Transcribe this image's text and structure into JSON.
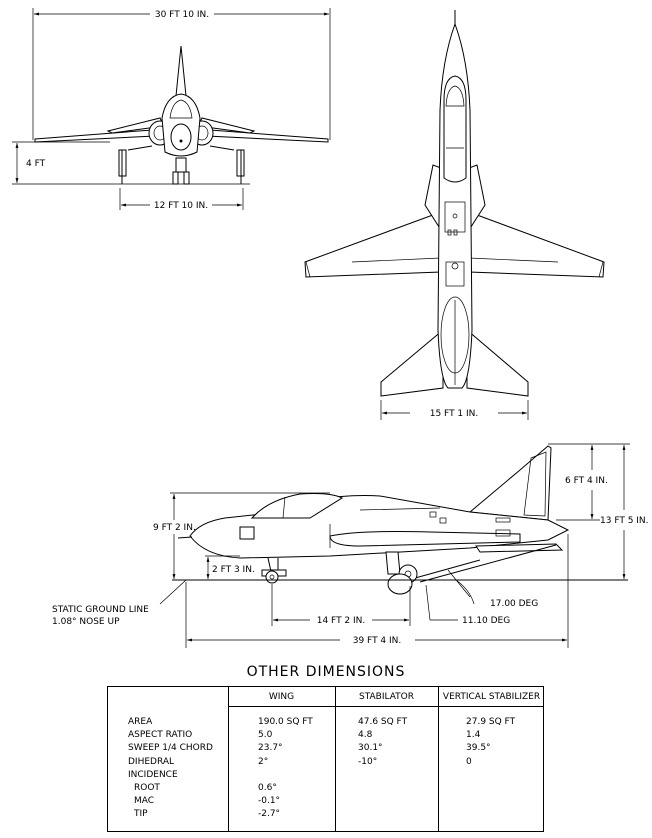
{
  "front_view": {
    "span": "30 FT 10 IN.",
    "height": "4 FT",
    "track": "12 FT 10 IN."
  },
  "top_view": {
    "stab_span": "15 FT 1 IN."
  },
  "side_view": {
    "tail_height": "6 FT 4 IN.",
    "overall_height": "13 FT 5 IN.",
    "fuselage_height": "9 FT 2 IN.",
    "nose_gear_height": "2 FT 3 IN.",
    "ground_line_1": "STATIC GROUND LINE",
    "ground_line_2": "1.08° NOSE UP",
    "angle_1": "17.00 DEG",
    "angle_2": "11.10 DEG",
    "wheelbase": "14 FT 2 IN.",
    "length": "39 FT 4 IN."
  },
  "table": {
    "title": "OTHER DIMENSIONS",
    "headers": [
      "WING",
      "STABILATOR",
      "VERTICAL STABILIZER"
    ],
    "rows": [
      {
        "label": "AREA",
        "wing": "190.0 SQ FT",
        "stab": "47.6 SQ FT",
        "vert": "27.9 SQ FT"
      },
      {
        "label": "ASPECT RATIO",
        "wing": "5.0",
        "stab": "4.8",
        "vert": "1.4"
      },
      {
        "label": "SWEEP 1/4 CHORD",
        "wing": "23.7°",
        "stab": "30.1°",
        "vert": "39.5°"
      },
      {
        "label": "DIHEDRAL",
        "wing": "2°",
        "stab": "-10°",
        "vert": "0"
      },
      {
        "label": "INCIDENCE",
        "wing": "",
        "stab": "",
        "vert": ""
      },
      {
        "label": "ROOT",
        "wing": "0.6°",
        "stab": "",
        "vert": ""
      },
      {
        "label": "MAC",
        "wing": "-0.1°",
        "stab": "",
        "vert": ""
      },
      {
        "label": "TIP",
        "wing": "-2.7°",
        "stab": "",
        "vert": ""
      }
    ]
  }
}
